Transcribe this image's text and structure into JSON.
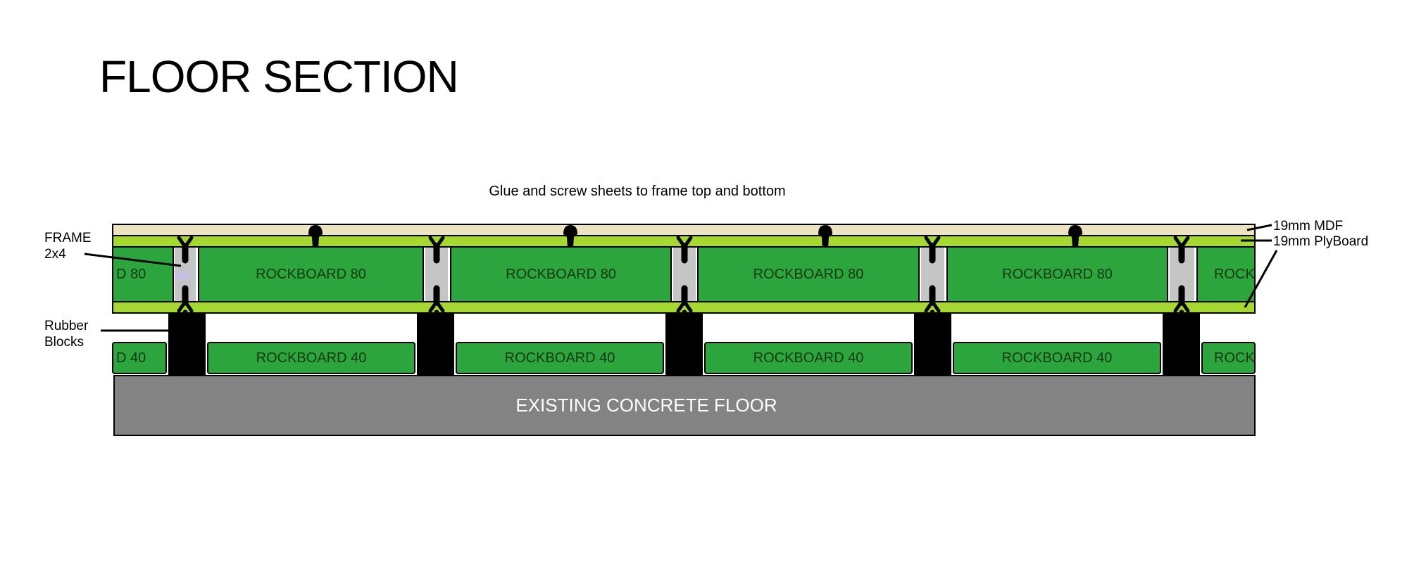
{
  "title": "FLOOR SECTION",
  "note": "Glue and screw sheets to frame top and bottom",
  "labels": {
    "frame": "FRAME\n2x4",
    "rubber": "Rubber\nBlocks",
    "mdf": "19mm MDF",
    "plyboard": "19mm PlyBoard",
    "concrete": "EXISTING CONCRETE FLOOR"
  },
  "rockboard80": {
    "panels": [
      {
        "label": "D 80"
      },
      {
        "label": "ROCKBOARD 80"
      },
      {
        "label": "ROCKBOARD 80"
      },
      {
        "label": "ROCKBOARD 80"
      },
      {
        "label": "ROCKBOARD 80"
      },
      {
        "label": "ROCK"
      }
    ]
  },
  "rockboard40": {
    "panels": [
      {
        "label": "D 40"
      },
      {
        "label": "ROCKBOARD 40"
      },
      {
        "label": "ROCKBOARD 40"
      },
      {
        "label": "ROCKBOARD 40"
      },
      {
        "label": "ROCKBOARD 40"
      },
      {
        "label": "ROCK"
      }
    ]
  },
  "colors": {
    "mdf": "#EDE3C1",
    "plyboard": "#A6D832",
    "rockboard": "#2CA63C",
    "frame": "#C5C5C5",
    "frame_highlight": "#C6BFE5",
    "rubber": "#000000",
    "concrete": "#838383",
    "panel_text": "#143814",
    "concrete_text": "#FFFFFF",
    "line": "#000000"
  }
}
